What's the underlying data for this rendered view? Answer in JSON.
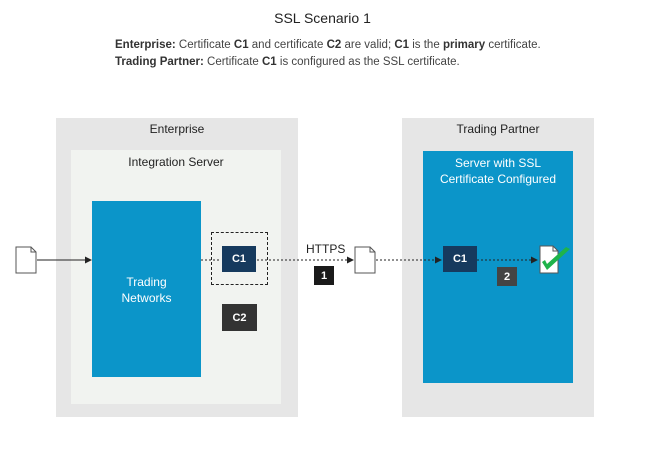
{
  "title": "SSL Scenario 1",
  "description": {
    "line1": {
      "label": "Enterprise:",
      "t1": " Certificate ",
      "c1": "C1",
      "t2": " and certificate ",
      "c2": "C2",
      "t3": " are valid; ",
      "c3": "C1",
      "t4": " is the ",
      "primary": "primary",
      "t5": " certificate."
    },
    "line2": {
      "label": "Trading Partner:",
      "t1": " Certificate ",
      "c1": "C1",
      "t2": " is configured as the SSL certificate."
    }
  },
  "enterprise": {
    "title": "Enterprise",
    "integration_server": "Integration Server",
    "trading_networks_line1": "Trading",
    "trading_networks_line2": "Networks",
    "cert_primary": "C1",
    "cert_secondary": "C2"
  },
  "connection": {
    "protocol": "HTTPS",
    "step1": "1"
  },
  "trading_partner": {
    "title": "Trading Partner",
    "server_line1": "Server with SSL",
    "server_line2": "Certificate Configured",
    "cert": "C1",
    "step2": "2"
  },
  "colors": {
    "panel_grey": "#e6e6e6",
    "panel_light": "#f1f3f0",
    "server_blue": "#0b95c9",
    "cert_dark": "#163a5e",
    "cert_black": "#333333",
    "check_green": "#1fb34a"
  }
}
